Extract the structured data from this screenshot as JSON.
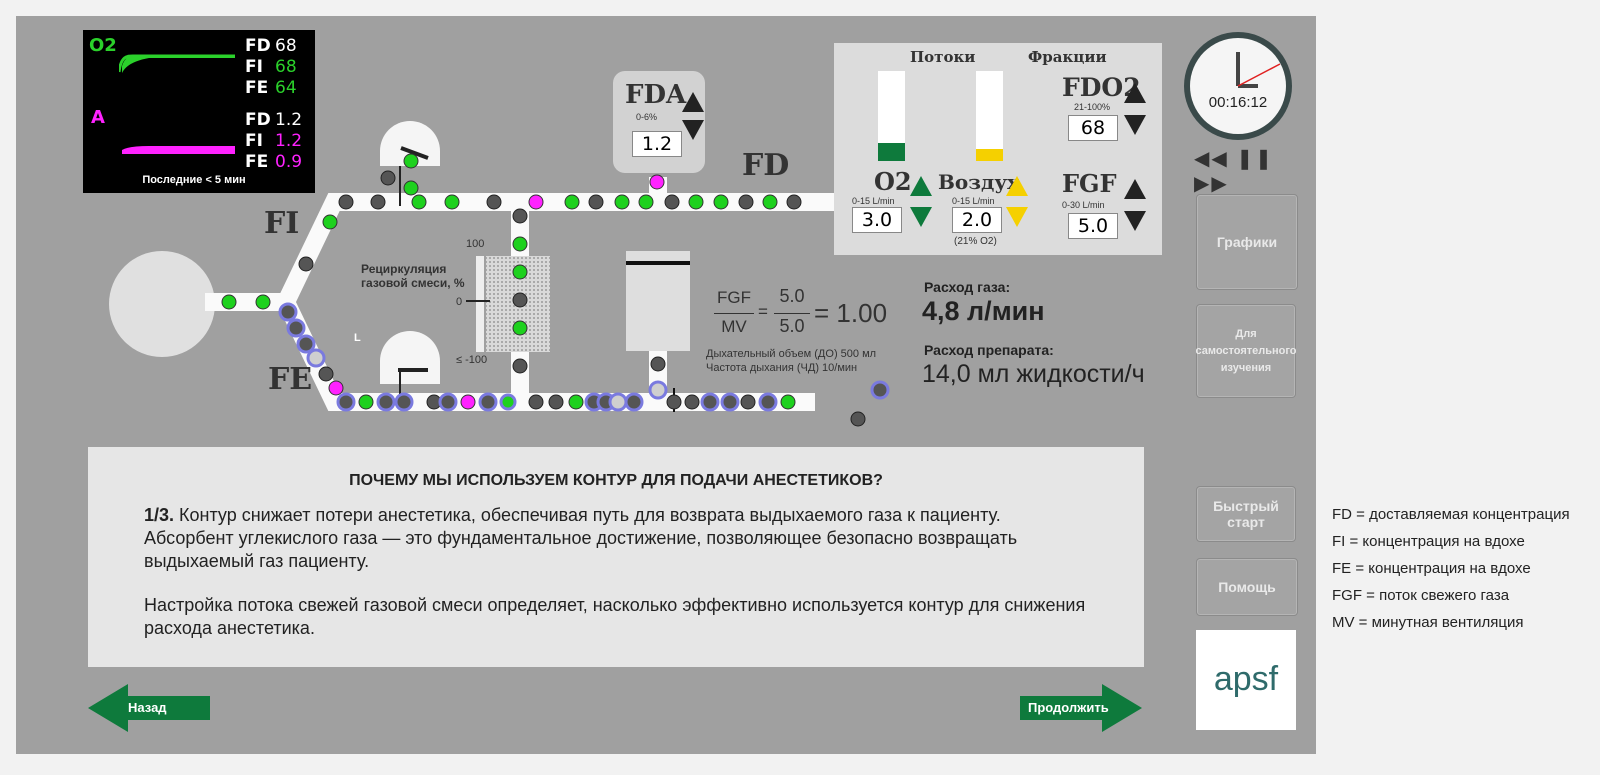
{
  "monitor": {
    "o2_label": "O2",
    "agent_label": "A",
    "rows": [
      {
        "label": "FD",
        "value": "68",
        "color": "#ffffff"
      },
      {
        "label": "FI",
        "value": "68",
        "color": "#2bd12b"
      },
      {
        "label": "FE",
        "value": "64",
        "color": "#2bd12b"
      },
      {
        "label": "FD",
        "value": "1.2",
        "color": "#ffffff"
      },
      {
        "label": "FI",
        "value": "1.2",
        "color": "#ff22ff"
      },
      {
        "label": "FE",
        "value": "0.9",
        "color": "#ff22ff"
      }
    ],
    "footer": "Последние < 5 мин"
  },
  "circuit": {
    "fi_label": "FI",
    "fe_label": "FE",
    "fd_label": "FD",
    "l_label": "L",
    "recirc_label_1": "Рециркуляция",
    "recirc_label_2": "газовой смеси, %",
    "scale_top": "100",
    "scale_mid": "0",
    "scale_bottom": "≤ -100",
    "vaporizer": {
      "title": "FDA",
      "range": "0-6%",
      "value": "1.2"
    }
  },
  "formula": {
    "fgf": "FGF",
    "mv": "MV",
    "num": "5.0",
    "den": "5.0",
    "result": "1.00",
    "tidal": "Дыхательный объем (ДО) 500 мл",
    "rate": "Частота дыхания (ЧД) 10/мин"
  },
  "consumption": {
    "gas_label": "Расход газа:",
    "gas_value": "4,8 л/мин",
    "drug_label": "Расход препарата:",
    "drug_value": "14,0 мл жидкости/ч"
  },
  "flows_panel": {
    "flows_title": "Потоки",
    "fractions_title": "Фракции",
    "o2": {
      "label": "O2",
      "range": "0-15 L/min",
      "value": "3.0",
      "fill": 0.2
    },
    "air": {
      "label": "Воздух",
      "range": "0-15 L/min",
      "value": "2.0",
      "note": "(21% O2)",
      "fill": 0.13
    },
    "fdo2": {
      "label": "FDO2",
      "range": "21-100%",
      "value": "68"
    },
    "fgf": {
      "label": "FGF",
      "range": "0-30 L/min",
      "value": "5.0"
    }
  },
  "clock": {
    "time": "00:16:12"
  },
  "side_buttons": {
    "graphs": "Графики",
    "self_study": "Для самостоятельного изучения",
    "quick_start": "Быстрый старт",
    "help": "Помощь",
    "logo": "apsf"
  },
  "content": {
    "title": "ПОЧЕМУ МЫ ИСПОЛЬЗУЕМ КОНТУР ДЛЯ ПОДАЧИ АНЕСТЕТИКОВ?",
    "step": "1/3.",
    "p1": "Контур снижает потери анестетика, обеспечивая путь для возврата выдыхаемого газа к пациенту. Абсорбент углекислого газа — это фундаментальное достижение, позволяющее безопасно возвращать выдыхаемый газ пациенту.",
    "p2": "Настройка потока свежей газовой смеси определяет, насколько эффективно используется контур для снижения расхода анестетика."
  },
  "nav": {
    "back": "Назад",
    "next": "Продолжить"
  },
  "legend": [
    "FD = доставляемая концентрация",
    "FI = концентрация на вдохе",
    "FE = концентрация на вдохе",
    "FGF = поток свежего газа",
    "MV = минутная вентиляция"
  ],
  "colors": {
    "green": "#00a000",
    "magenta": "#e000e0",
    "yellow": "#f5d000",
    "dark_green": "#0e7a3c"
  }
}
